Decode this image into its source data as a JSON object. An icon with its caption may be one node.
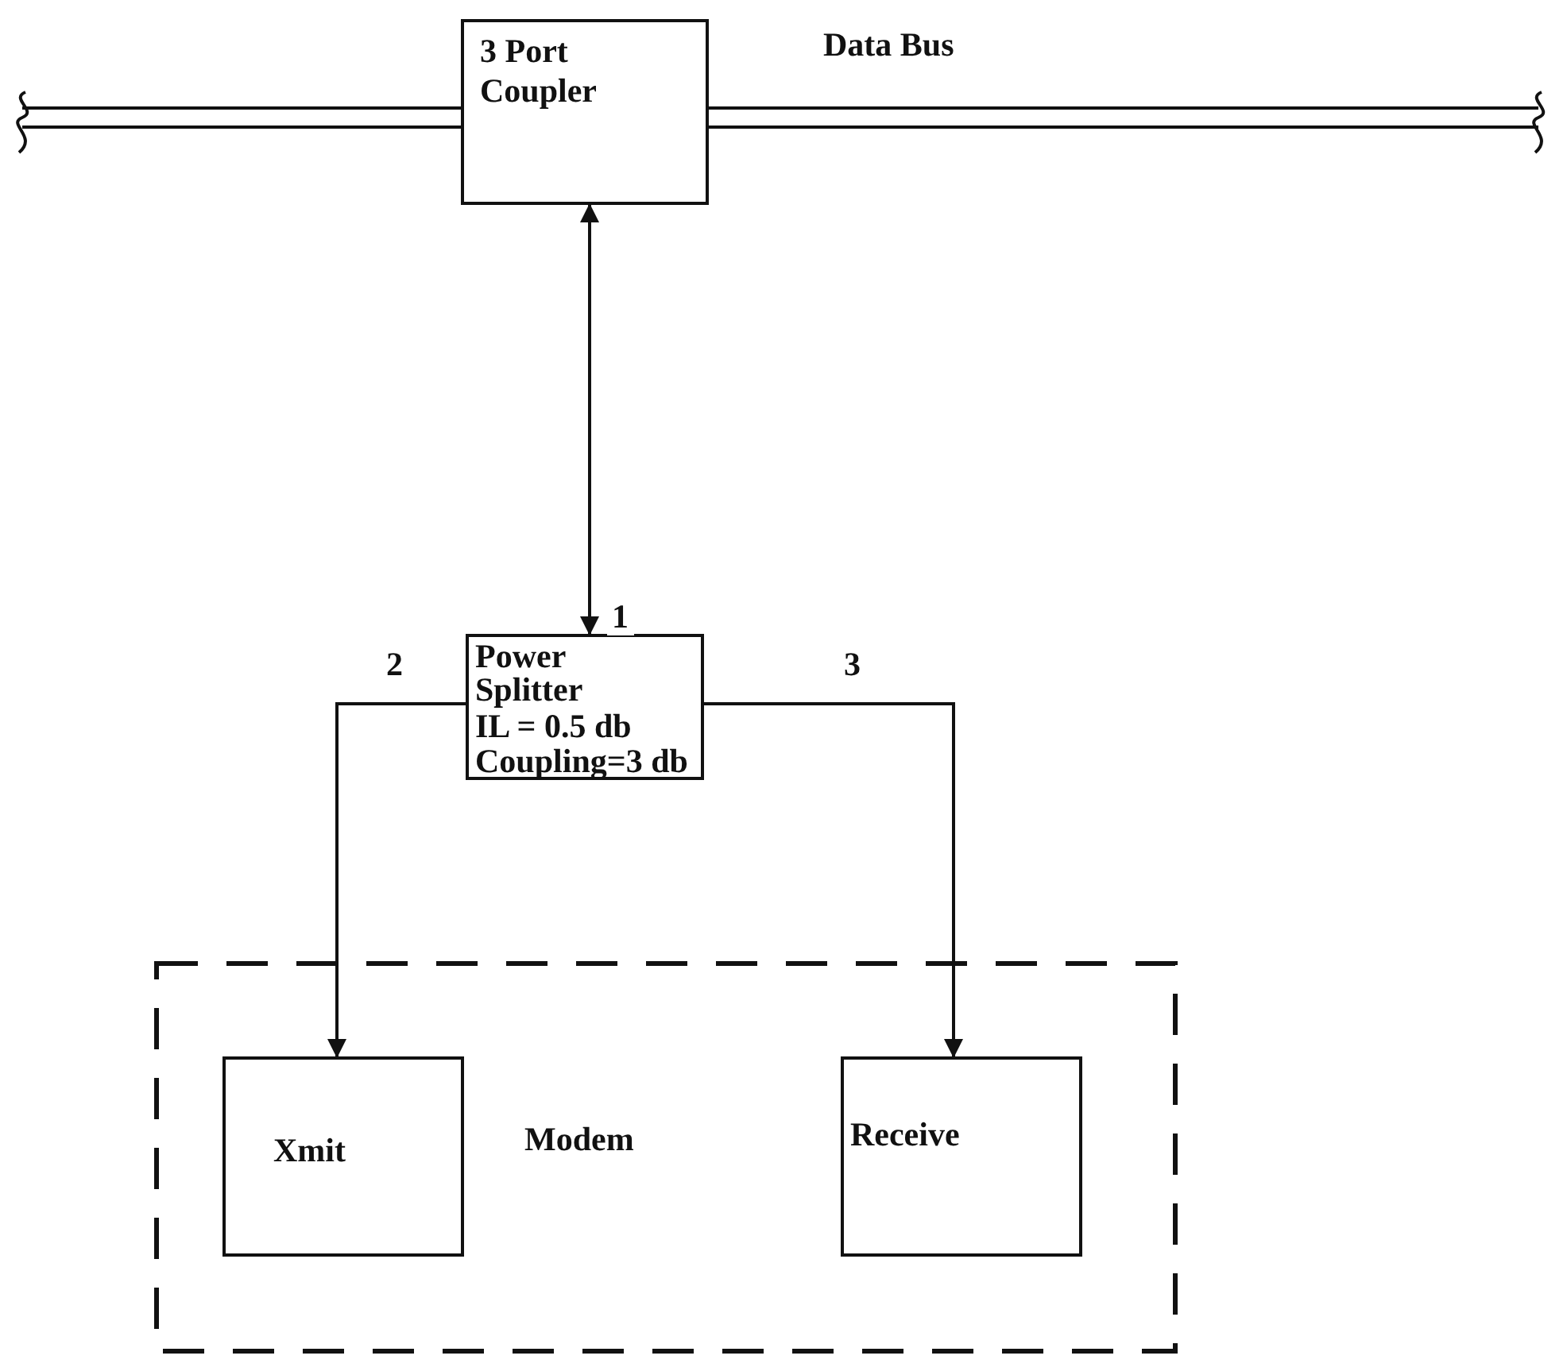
{
  "diagram": {
    "nodes": [
      {
        "text": [
          "3 Port Coupler"
        ]
      },
      {
        "text": [
          "Power Splitter",
          "IL = 0.5 db",
          "Coupling=3 db"
        ]
      },
      {
        "text": [
          "Modem"
        ]
      },
      {
        "text": [
          "Xmit"
        ],
        "in": 2
      },
      {
        "text": [
          "Receive"
        ],
        "in": 2
      }
    ],
    "edges": [
      {
        "from": 0,
        "to": 1,
        "arrow": "both",
        "label": "1"
      },
      {
        "from": 1,
        "to": 3,
        "arrow": "to",
        "label": "2"
      },
      {
        "from": 1,
        "to": 4,
        "arrow": "to",
        "label": "3"
      }
    ],
    "labels": [
      "Data Bus"
    ]
  }
}
